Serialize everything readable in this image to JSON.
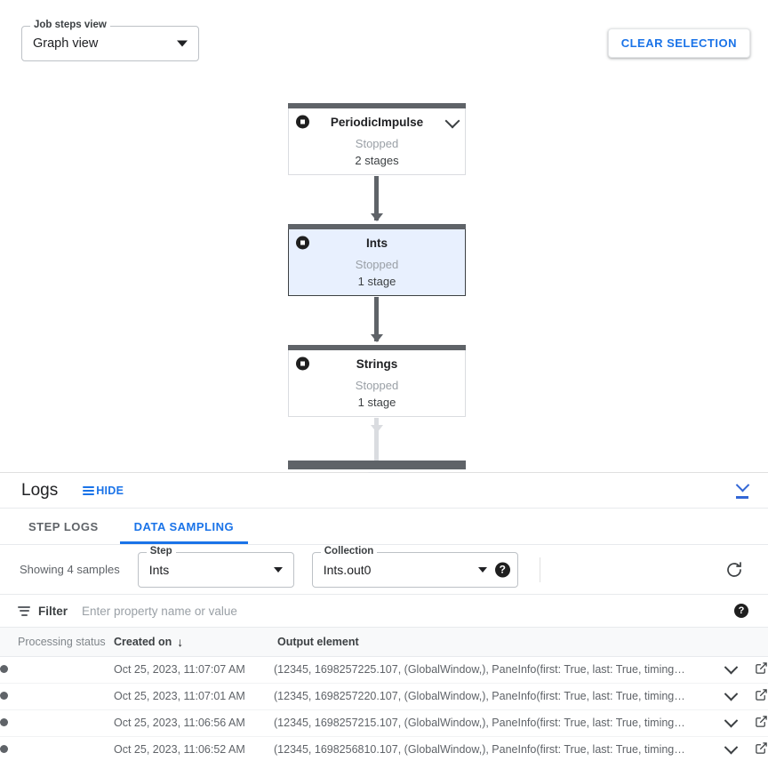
{
  "graph": {
    "view_selector": {
      "legend": "Job steps view",
      "value": "Graph view",
      "icon": "chevron-down-icon"
    },
    "clear_selection_label": "CLEAR SELECTION",
    "nodes": [
      {
        "title": "PeriodicImpulse",
        "status": "Stopped",
        "stages": "2 stages",
        "selected": false,
        "has_chevron": true
      },
      {
        "title": "Ints",
        "status": "Stopped",
        "stages": "1 stage",
        "selected": true,
        "has_chevron": false
      },
      {
        "title": "Strings",
        "status": "Stopped",
        "stages": "1 stage",
        "selected": false,
        "has_chevron": false
      }
    ]
  },
  "logs": {
    "title": "Logs",
    "hide_label": "HIDE",
    "collapse_icon": "vertical-align-bottom-icon",
    "tabs": [
      {
        "label": "STEP LOGS",
        "active": false
      },
      {
        "label": "DATA SAMPLING",
        "active": true
      }
    ],
    "controls": {
      "showing": "Showing 4 samples",
      "step": {
        "legend": "Step",
        "value": "Ints"
      },
      "collection": {
        "legend": "Collection",
        "value": "Ints.out0",
        "help": "?"
      },
      "refresh_icon": "refresh-icon"
    },
    "filter": {
      "label": "Filter",
      "placeholder": "Enter property name or value",
      "help": "?"
    },
    "table": {
      "columns": [
        "Processing status",
        "Created on",
        "Output element"
      ],
      "sort_indicator": "↓",
      "rows": [
        {
          "status": "processing-status-dot",
          "created_on": "Oct 25, 2023, 11:07:07 AM",
          "output_element": "(12345, 1698257225.107, (GlobalWindow,), PaneInfo(first: True, last: True, timing…"
        },
        {
          "status": "processing-status-dot",
          "created_on": "Oct 25, 2023, 11:07:01 AM",
          "output_element": "(12345, 1698257220.107, (GlobalWindow,), PaneInfo(first: True, last: True, timing…"
        },
        {
          "status": "processing-status-dot",
          "created_on": "Oct 25, 2023, 11:06:56 AM",
          "output_element": "(12345, 1698257215.107, (GlobalWindow,), PaneInfo(first: True, last: True, timing…"
        },
        {
          "status": "processing-status-dot",
          "created_on": "Oct 25, 2023, 11:06:52 AM",
          "output_element": "(12345, 1698256810.107, (GlobalWindow,), PaneInfo(first: True, last: True, timing…"
        }
      ]
    }
  },
  "colors": {
    "accent": "#1a73e8",
    "node_bar": "#5f6368",
    "selected_node_bg": "#e8f0fe",
    "muted_text": "#5f6368"
  }
}
